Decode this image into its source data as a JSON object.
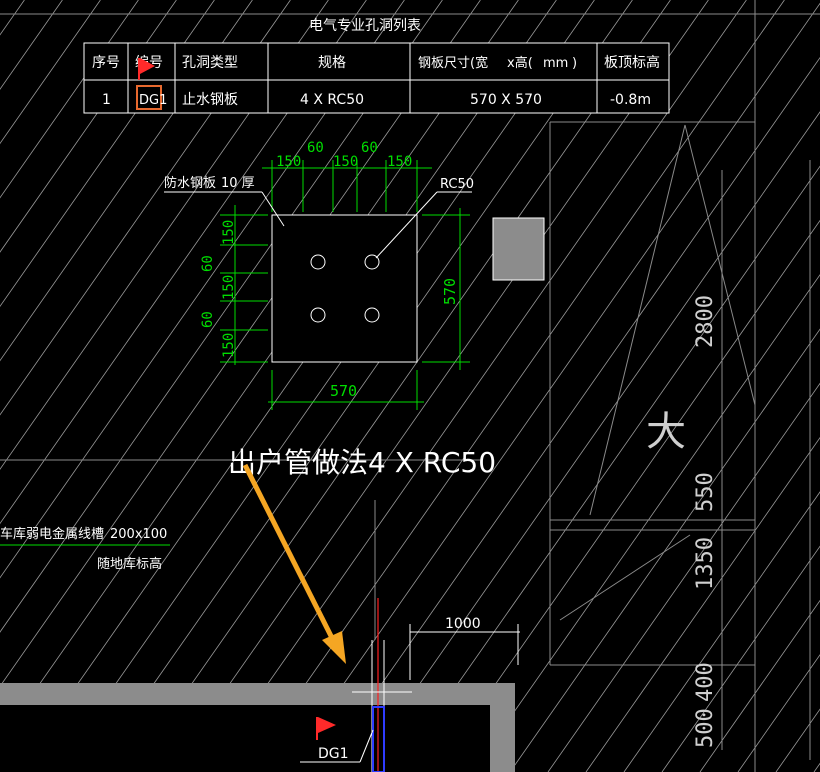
{
  "table": {
    "title": "电气专业孔洞列表",
    "headers": [
      "序号",
      "编号",
      "孔洞类型",
      "规格",
      "钢板尺寸(宽",
      "x高(",
      "mm",
      ")",
      "板顶标高"
    ],
    "row": {
      "index": "1",
      "code": "DG1",
      "type": "止水钢板",
      "spec": "4 X RC50",
      "size": "570 X 570",
      "elevation": "-0.8m"
    }
  },
  "detail": {
    "plate_label": "防水钢板",
    "plate_thickness": "10 厚",
    "pipe_label": "RC50",
    "top_dims": [
      "150",
      "60",
      "150",
      "60",
      "150"
    ],
    "left_dims": [
      "150",
      "60",
      "150",
      "60",
      "150"
    ],
    "width_dim": "570",
    "height_dim": "570",
    "caption": "出户管做法",
    "caption_spec": "4 X RC50"
  },
  "trench": {
    "label": "车库弱电金属线槽",
    "size": "200x100",
    "note": "随地库标高"
  },
  "right_dims": [
    "2800",
    "550",
    "1350",
    "500",
    "400"
  ],
  "right_glyph": "大",
  "bottom_dim": "1000",
  "marker_label": "DG1",
  "colors": {
    "background": "#000000",
    "green": "#00dd00",
    "arrow": "#f5a623",
    "flag": "#ff2a2a",
    "highlight": "#e8692e",
    "wall": "#8c8c8c"
  }
}
